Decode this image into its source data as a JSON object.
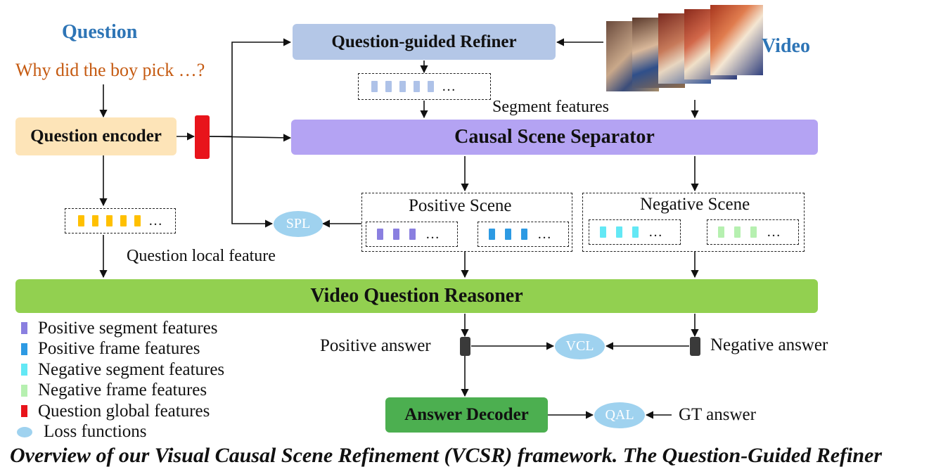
{
  "question": {
    "title": "Question",
    "text": "Why did the boy pick …?"
  },
  "video_label": "Video",
  "modules": {
    "refiner": "Question-guided Refiner",
    "encoder": "Question encoder",
    "separator": "Causal Scene Separator",
    "reasoner": "Video Question Reasoner",
    "decoder": "Answer Decoder"
  },
  "labels": {
    "segment_features": "Segment features",
    "question_local_feature": "Question local feature",
    "positive_scene": "Positive Scene",
    "negative_scene": "Negative Scene",
    "positive_answer": "Positive answer",
    "negative_answer": "Negative answer",
    "gt_answer": "GT answer",
    "ellipsis": "…"
  },
  "losses": {
    "spl": "SPL",
    "vcl": "VCL",
    "qal": "QAL"
  },
  "legend": [
    {
      "label": "Positive segment features",
      "color": "#8a7fe0",
      "kind": "bar"
    },
    {
      "label": "Positive frame features",
      "color": "#2d9ae3",
      "kind": "bar"
    },
    {
      "label": "Negative segment features",
      "color": "#63e8f5",
      "kind": "bar"
    },
    {
      "label": "Negative frame features",
      "color": "#b6f0b0",
      "kind": "bar"
    },
    {
      "label": "Question global features",
      "color": "#e8141b",
      "kind": "bar"
    },
    {
      "label": "Loss functions",
      "color": "#9fd2ef",
      "kind": "ellipse"
    }
  ],
  "colors": {
    "title_blue": "#2e75b6",
    "question_orange": "#c55a11",
    "refiner_fill": "#b4c7e7",
    "encoder_fill": "#fde4b8",
    "separator_fill": "#b4a3f3",
    "reasoner_fill": "#92d050",
    "decoder_fill": "#4caf50",
    "global_red": "#e8141b",
    "loss_fill": "#9fd2ef",
    "question_chip": "#ffc000",
    "segment_chip": "#aec2e8"
  },
  "caption_fragment": "Overview of our Visual Causal Scene Refinement (VCSR) framework. The Question-Guided Refiner"
}
